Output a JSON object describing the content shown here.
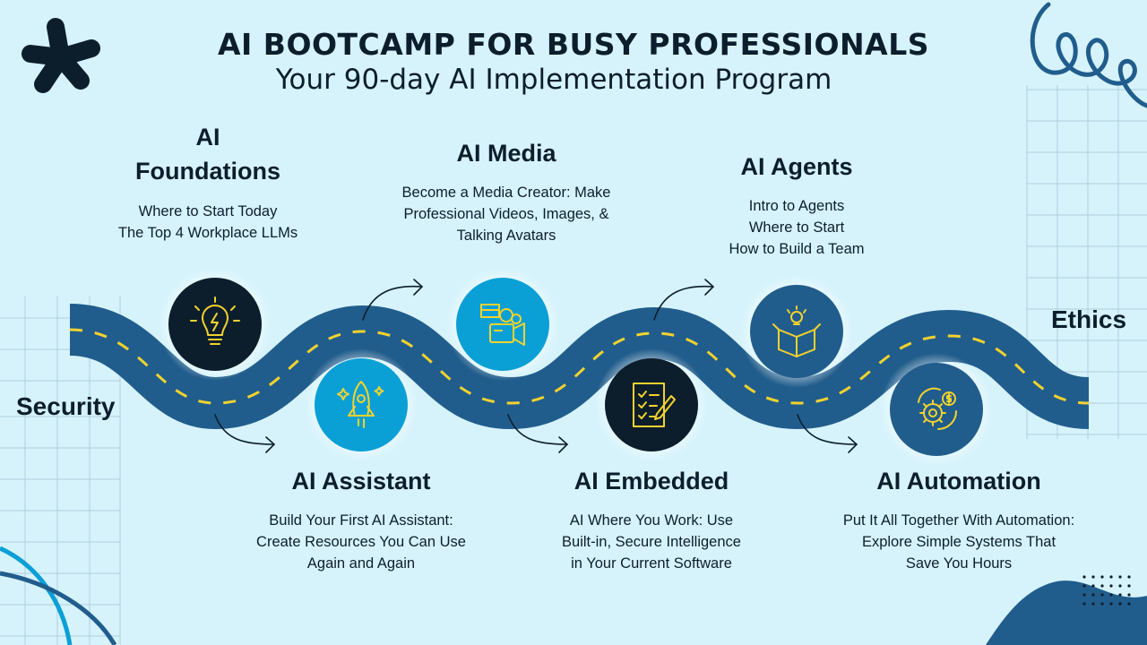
{
  "header": {
    "title": "AI BOOTCAMP FOR BUSY PROFESSIONALS",
    "subtitle": "Your 90-day AI Implementation Program"
  },
  "side_labels": {
    "left": "Security",
    "right": "Ethics"
  },
  "stages": [
    {
      "title_line1": "AI",
      "title_line2": "Foundations",
      "desc": [
        "Where to Start Today",
        "The Top 4 Workplace LLMs"
      ],
      "icon": "lightbulb-icon"
    },
    {
      "title": "AI Assistant",
      "desc": [
        "Build Your First AI Assistant:",
        "Create Resources You Can Use",
        "Again and Again"
      ],
      "icon": "rocket-icon"
    },
    {
      "title": "AI Media",
      "desc": [
        "Become a Media Creator: Make",
        "Professional Videos, Images, &",
        "Talking Avatars"
      ],
      "icon": "video-camera-icon"
    },
    {
      "title": "AI Embedded",
      "desc": [
        "AI Where You Work: Use",
        "Built-in, Secure Intelligence",
        "in Your Current Software"
      ],
      "icon": "checklist-pencil-icon"
    },
    {
      "title": "AI Agents",
      "desc": [
        "Intro to Agents",
        "Where to Start",
        "How to Build a Team"
      ],
      "icon": "idea-box-icon"
    },
    {
      "title": "AI Automation",
      "desc": [
        "Put It All Together With Automation:",
        "Explore Simple Systems That",
        "Save You Hours"
      ],
      "icon": "gear-dollar-icon"
    }
  ],
  "colors": {
    "background": "#d6f3fc",
    "road": "#215d8c",
    "road_dash": "#f2d22e",
    "circle_dark": "#0c1e2c",
    "circle_bright": "#0aa0d6",
    "circle_mid": "#215d8c",
    "icon_line": "#f2d22e"
  }
}
